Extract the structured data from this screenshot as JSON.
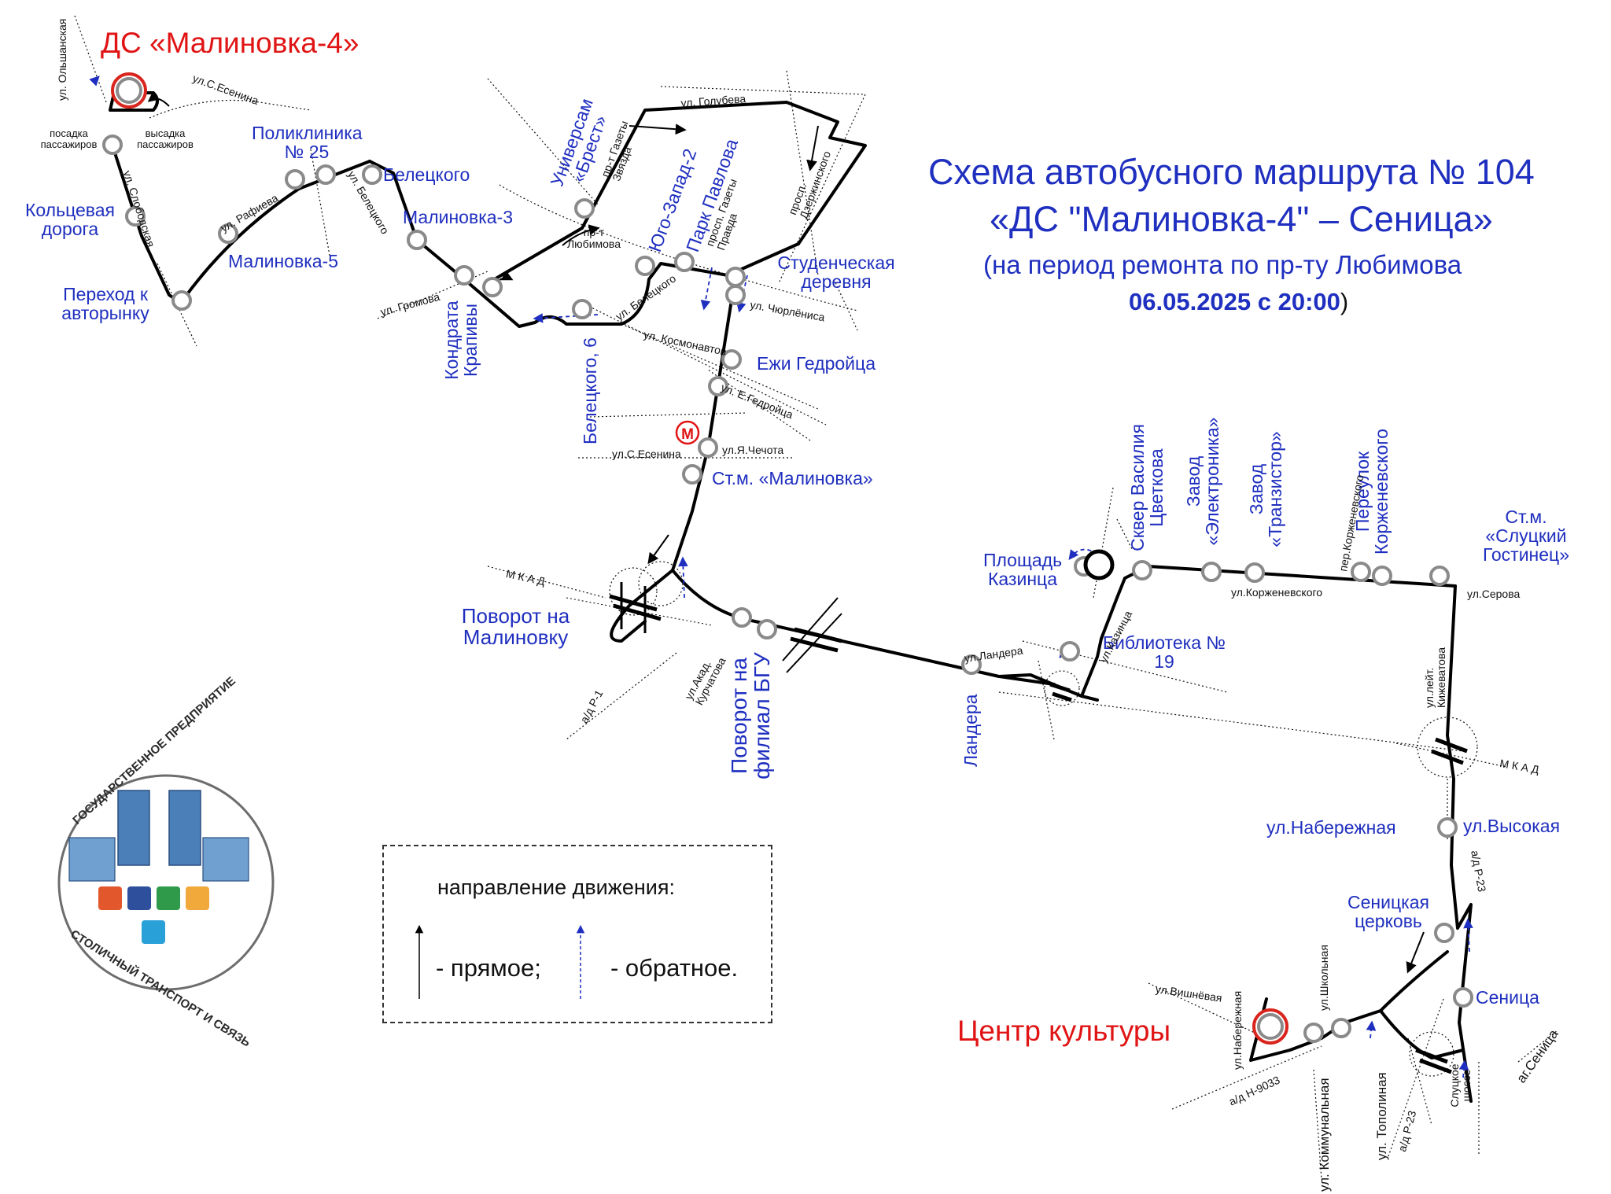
{
  "title": {
    "line1": "Схема автобусного маршрута № 104",
    "line2": "«ДС \"Малиновка-4\" – Сеница»",
    "line3": "(на период ремонта по пр-ту Любимова",
    "line4_date": "06.05.2025 с 20:00",
    "line4_close": ")"
  },
  "terminals": {
    "start": "ДС «Малиновка-4»",
    "end": "Центр культуры"
  },
  "stops": {
    "kolcevaya": "Кольцевая дорога",
    "perehod": "Переход к авторынку",
    "malinovka5": "Малиновка-5",
    "poliklinika": "Поликлиника № 25",
    "beleckogo": "Белецкого",
    "malinovka3": "Малиновка-3",
    "kondrata": "Кондрата Крапивы",
    "beleckogo6": "Белецкого, 6",
    "universam": "Универсам «Брест»",
    "yugozapad": "Юго-Запад-2",
    "parkpavlova": "Парк Павлова",
    "studencheskaya": "Студенческая деревня",
    "ezhi": "Ежи Гедройца",
    "stm_malinovka": "Ст.м. «Малиновка»",
    "povorot_malinovka": "Поворот на Малиновку",
    "povorot_bgu": "Поворот на филиал БГУ",
    "landera": "Ландера",
    "ploshad": "Площадь Казинца",
    "biblioteka": "Библиотека № 19",
    "skver": "Сквер Василия Цветкова",
    "elektronika": "Завод «Электроника»",
    "tranzistor": "Завод «Транзистор»",
    "korzhenevskogo": "Переулок Корженевского",
    "slutsky": "Ст.м. «Слуцкий Гостинец»",
    "naberezhnaya": "ул.Набережная",
    "vysokaya": "ул.Высокая",
    "senickaya": "Сеницкая церковь",
    "senica": "Сеница"
  },
  "streets": {
    "olshanskaya": "ул. Ольшанская",
    "posadka": "посадка пассажиров",
    "vysadka": "высадка пассажиров",
    "sesenina1": "ул.С.Есенина",
    "slobodskaya": "ул. Слободская",
    "rafieva": "ул. Рафиева",
    "beleckogo_st": "ул. Белецкого",
    "gromova": "ул. Громова",
    "gazety_zvyazda": "пр-т Газеты Звязда",
    "golubeva": "ул. Голубева",
    "lyubimova": "пр-т Любимова",
    "beleckogo2": "ул. Белецкого",
    "gazety_pravda": "просп. Газеты Правда",
    "dzerzhinskogo": "просп. Дзержинского",
    "chyurlenisa": "ул. Чюрлёниса",
    "kosmonavtov": "ул. Космонавтов",
    "egedroyca": "ул. Е.Гедройца",
    "sesenina2": "ул.С.Есенина",
    "yachechota": "ул.Я.Чечота",
    "mkad1": "М К А Д",
    "akad_kurchatova": "ул.Акад. Курчатова",
    "ad_r1": "а/д Р-1",
    "ul_landera": "ул.Ландера",
    "ul_kazinca": "ул.Казинца",
    "ul_korzhenevskogo": "ул.Корженевского",
    "per_korzhenevskogo": "пер.Корженевского",
    "ul_serova": "ул.Серова",
    "kizhevatova": "ул.лейт. Кижеватова",
    "mkad2": "М К А Д",
    "ad_r23": "а/д Р-23",
    "vishnevaya": "ул.Вишнёвая",
    "naberezhnaya_st": "ул.Набережная",
    "shkolnaya": "ул.Школьная",
    "ad_n9033": "а/д Н-9033",
    "kommunalnaya": "ул. Коммунальная",
    "topolinaya": "ул. Тополиная",
    "ad_r23b": "а/д Р-23",
    "slutskoe": "Слуцкое шоссе",
    "ag_senica": "аг.Сеница"
  },
  "metro_icon": "metro-icon",
  "legend": {
    "title": "направление движения:",
    "forward": "- прямое;",
    "reverse": "- обратное."
  },
  "logo": {
    "top_text": "ГОСУДАРСТВЕННОЕ ПРЕДПРИЯТИЕ",
    "bottom_text": "СТОЛИЧНЫЙ ТРАНСПОРТ И СВЯЗЬ"
  },
  "colors": {
    "route": "#000000",
    "stops_text": "#1f2fbf",
    "terminal_text": "#e01414",
    "terminal_ring": "#d9251d",
    "stop_ring": "#8a8a8a",
    "reverse_arrow": "#1f2fbf"
  }
}
